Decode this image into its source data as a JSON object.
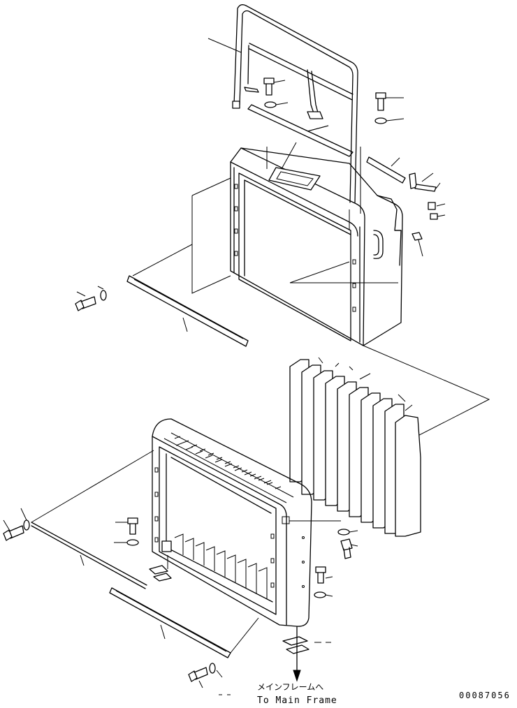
{
  "diagram": {
    "arrow_label_jp": "メインフレームへ",
    "arrow_label_en": "To Main Frame",
    "reference_number": "00087056"
  },
  "colors": {
    "line": "#000000",
    "background": "#ffffff"
  }
}
